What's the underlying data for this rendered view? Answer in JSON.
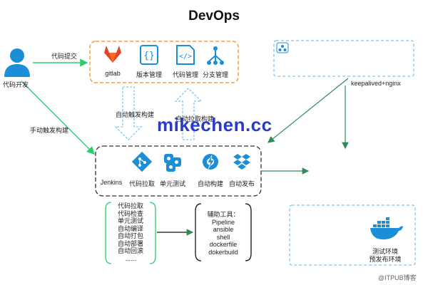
{
  "title": "DevOps",
  "developer": {
    "label": "代码开发"
  },
  "edges": {
    "commit": "代码提交",
    "manual_trigger": "手动触发构建",
    "auto_trigger": "自动触发构建",
    "auto_pull": "自动拉取构建",
    "keepalived": "keepalived+nginx"
  },
  "source_group": {
    "items": [
      {
        "label": "gitlab",
        "icon": "gitlab-icon"
      },
      {
        "label": "版本管理",
        "icon": "braces-icon"
      },
      {
        "label": "代码管理",
        "icon": "code-file-icon"
      },
      {
        "label": "分支管理",
        "icon": "branch-icon"
      }
    ]
  },
  "pipeline_group": {
    "items": [
      {
        "label": "Jenkins",
        "icon": ""
      },
      {
        "label": "代码拉取",
        "icon": "git-icon"
      },
      {
        "label": "单元测试",
        "icon": "gears-icon"
      },
      {
        "label": "自动构建",
        "icon": "build-icon"
      },
      {
        "label": "自动发布",
        "icon": "dropbox-icon"
      }
    ]
  },
  "steps": [
    "代码拉取",
    "代码检查",
    "单元测试",
    "自动编译",
    "自动打包",
    "自动部署",
    "自动回滚",
    "......"
  ],
  "tools": {
    "heading": "辅助工具：",
    "items": [
      "Pipeline",
      "ansible",
      "shell",
      "dockerfile",
      "dokerbuild"
    ]
  },
  "environments": {
    "line1": "测试环境",
    "line2": "预发布环境"
  },
  "watermark": "mikechen.cc",
  "footer_credit": "@ITPUB博客",
  "colors": {
    "orange": "#f0a040",
    "blue": "#1a8fd8",
    "green": "#2ecc71",
    "dark_green": "#2e8b57",
    "light_blue": "#7fc6ee",
    "watermark": "#2a3cc7"
  }
}
